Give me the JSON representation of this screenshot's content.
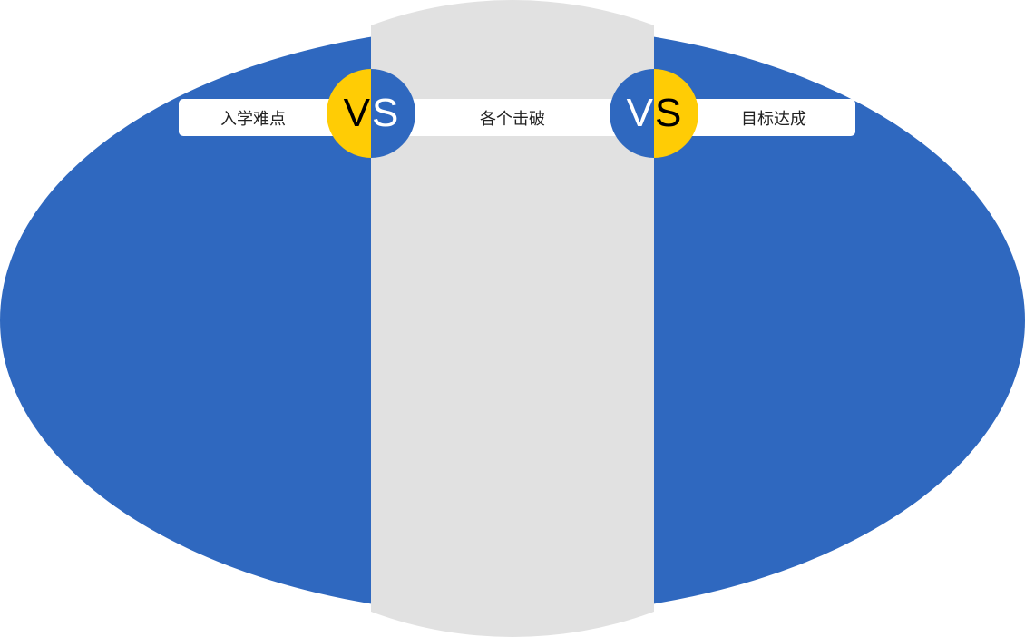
{
  "colors": {
    "blue": "#2f68bf",
    "gray": "#e1e1e1",
    "yellow": "#ffcc05"
  },
  "labels": [
    "入学难点",
    "各个击破",
    "目标达成"
  ],
  "vs": [
    {
      "v": "V",
      "s": "S"
    },
    {
      "v": "V",
      "s": "S"
    }
  ]
}
